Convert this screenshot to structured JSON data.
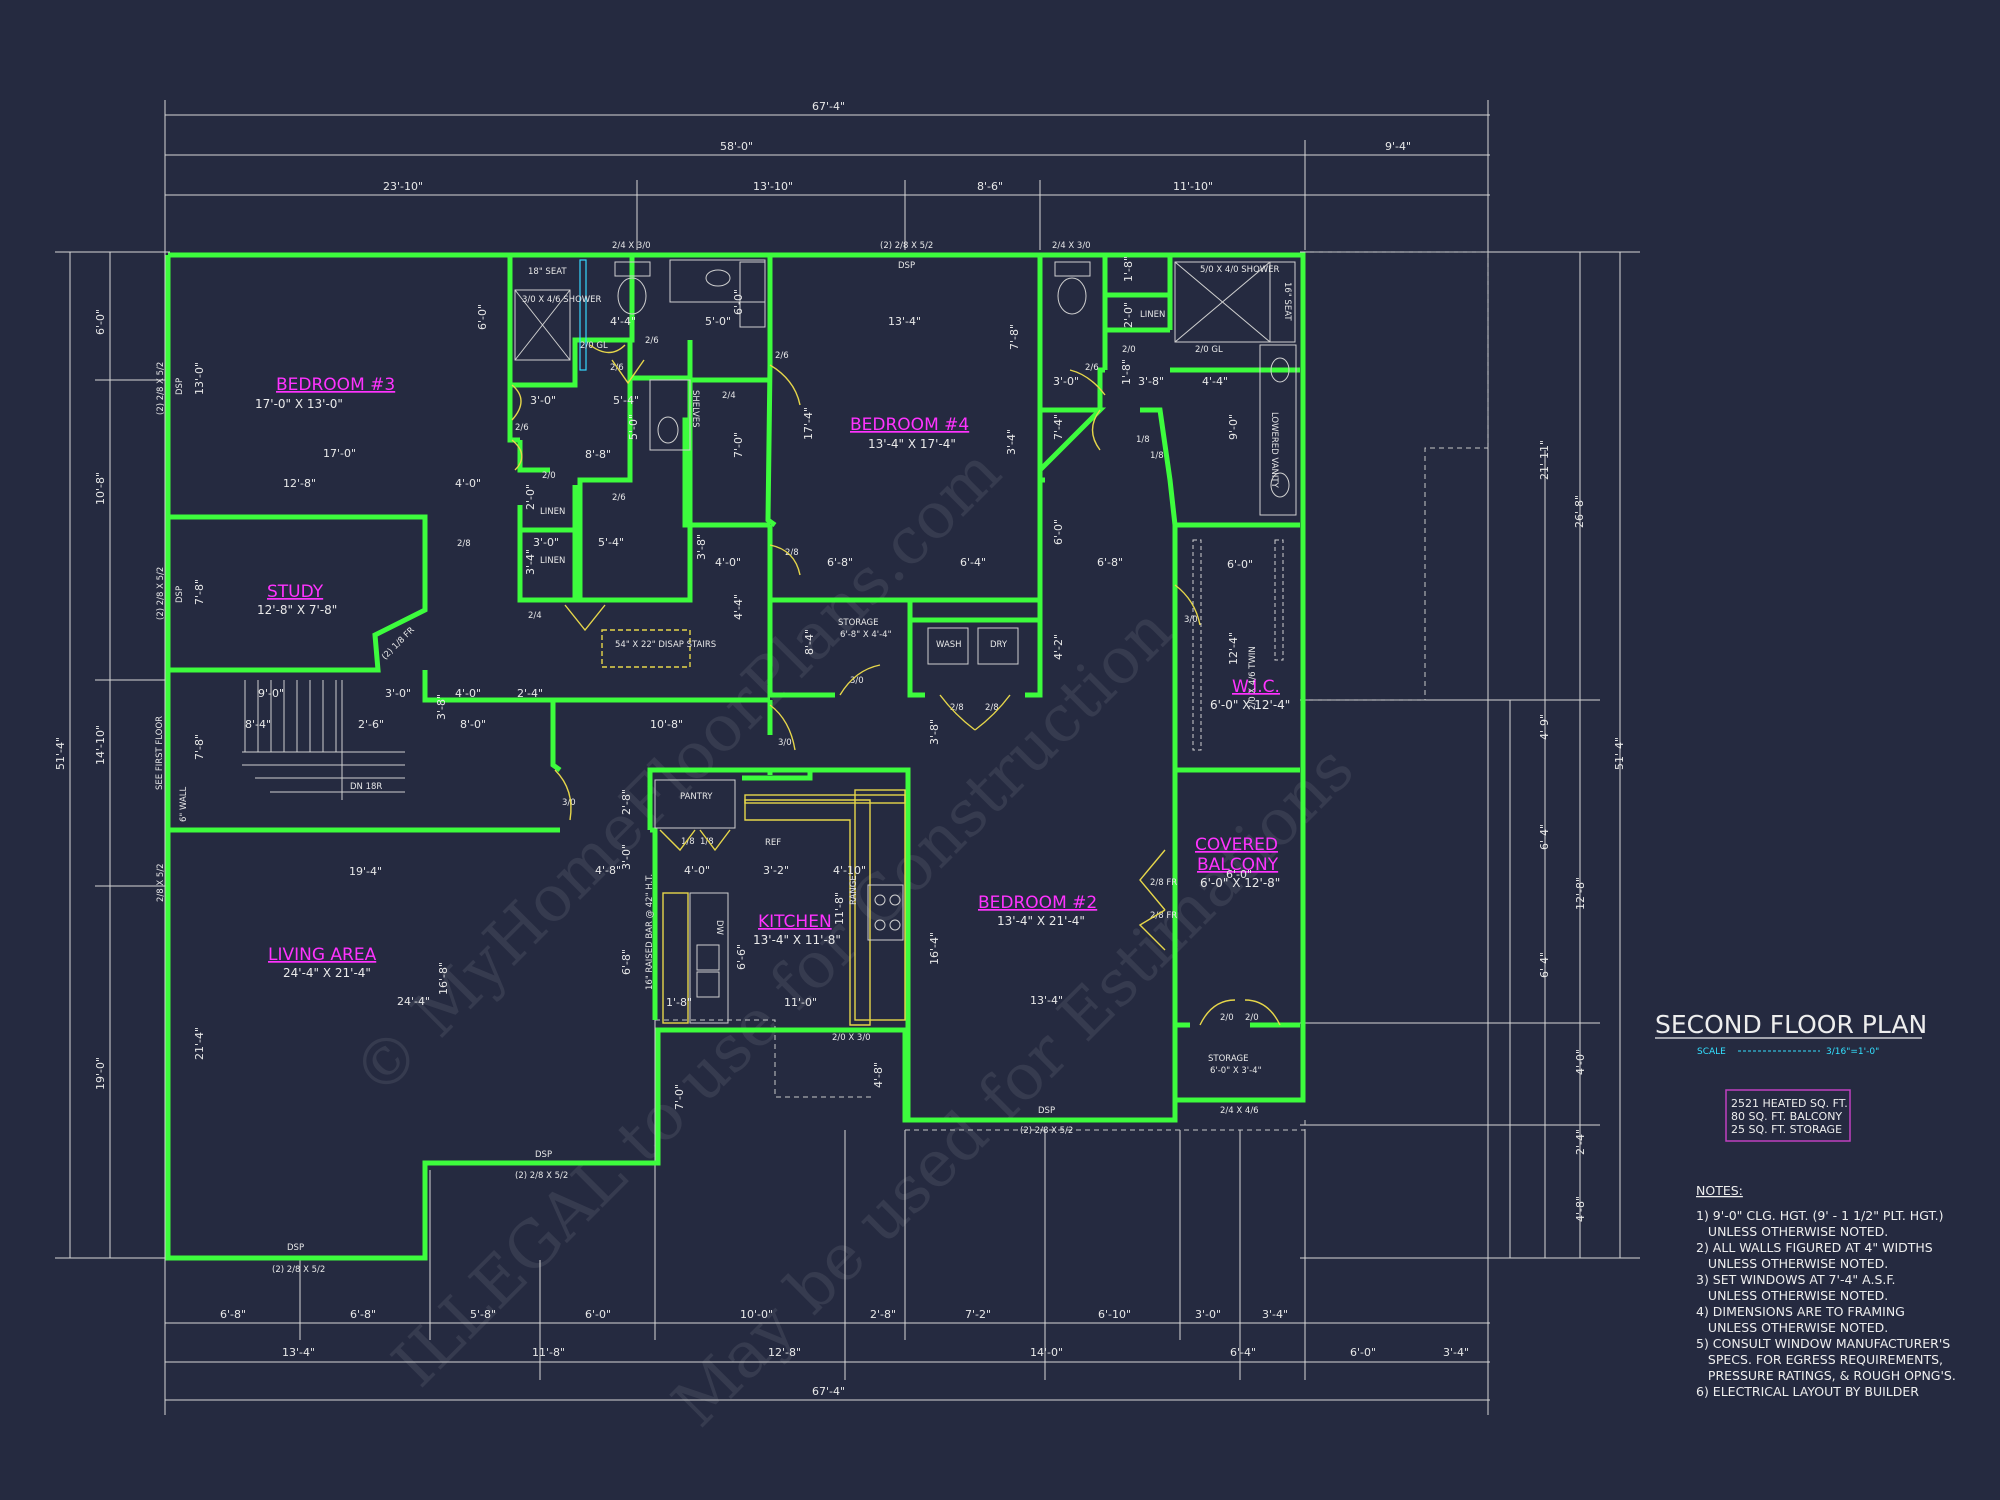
{
  "drawing": {
    "title": "SECOND FLOOR PLAN",
    "scale_label": "SCALE",
    "scale_value": "3/16\"=1'-0\"",
    "area_summary": [
      "2521 HEATED SQ. FT.",
      "80 SQ. FT. BALCONY",
      "25 SQ. FT. STORAGE"
    ]
  },
  "notes": {
    "heading": "NOTES:",
    "lines": [
      "1) 9'-0\" CLG. HGT. (9' - 1 1/2\" PLT. HGT.)",
      "   UNLESS OTHERWISE NOTED.",
      "2) ALL WALLS FIGURED AT 4\" WIDTHS",
      "   UNLESS OTHERWISE NOTED.",
      "3) SET WINDOWS AT 7'-4\" A.S.F.",
      "   UNLESS OTHERWISE NOTED.",
      "4) DIMENSIONS ARE TO FRAMING",
      "   UNLESS OTHERWISE NOTED.",
      "5) CONSULT WINDOW MANUFACTURER'S",
      "   SPECS. FOR EGRESS REQUIREMENTS,",
      "   PRESSURE RATINGS, & ROUGH OPNG'S.",
      "6) ELECTRICAL LAYOUT BY BUILDER"
    ]
  },
  "watermark": {
    "line1": "© MyHomeFloorPlans.com",
    "line2": "ILLEGAL to use for Construction",
    "line3": "May be used for Estimations"
  },
  "rooms": {
    "bedroom3": {
      "name": "BEDROOM #3",
      "size": "17'-0\" X 13'-0\""
    },
    "bedroom4": {
      "name": "BEDROOM #4",
      "size": "13'-4\" X 17'-4\""
    },
    "study": {
      "name": "STUDY",
      "size": "12'-8\" X 7'-8\""
    },
    "wic": {
      "name": "W.I.C.",
      "size": "6'-0\" X 12'-4\""
    },
    "covered_balcony": {
      "name1": "COVERED",
      "name2": "BALCONY",
      "size": "6'-0\" X 12'-8\""
    },
    "kitchen": {
      "name": "KITCHEN",
      "size": "13'-4\" X 11'-8\""
    },
    "bedroom2": {
      "name": "BEDROOM #2",
      "size": "13'-4\" X 21'-4\""
    },
    "living": {
      "name": "LIVING AREA",
      "size": "24'-4\" X 21'-4\""
    },
    "storage_mid": {
      "name": "STORAGE",
      "size": "6'-8\" X 4'-4\""
    },
    "storage_lower": {
      "name": "STORAGE",
      "size": "6'-0\" X 3'-4\""
    }
  },
  "labels": {
    "seat_18": "18\" SEAT",
    "shower_left": "3/0 X 4/6 SHOWER",
    "shower_right": "5/0 X 4/0 SHOWER",
    "seat_16": "16\" SEAT",
    "linen": "LINEN",
    "shelves": "SHELVES",
    "lowered_vanity": "LOWERED VANITY",
    "wash": "WASH",
    "dry": "DRY",
    "pantry": "PANTRY",
    "ref": "REF",
    "range": "RANGE",
    "dw": "DW",
    "raised_bar": "16\" RAISED BAR @ 42\" H.T.",
    "disap_stairs": "54\" X 22\" DISAP STAIRS",
    "dn_18r": "DN 18R",
    "see_first_floor": "SEE FIRST FLOOR",
    "wall_6": "6\" WALL",
    "dsp": "DSP",
    "twin": "2/0 X 4/6 TWIN",
    "win_2_8x5_2": "(2) 2/8 X 5/2",
    "win_2_4x3_0": "2/4 X 3/0",
    "win_2_4x4_6": "2/4 X 4/6",
    "win_2_0x3_0": "2/0 X 3/0",
    "win_2_8x5_2_single": "2/8 X 5/2",
    "door_2_6": "2/6",
    "door_2_4": "2/4",
    "door_3_0": "3/0",
    "door_2_8": "2/8",
    "door_2_0": "2/0",
    "door_1_8": "1/8",
    "door_2_0_gl": "2/0 GL",
    "door_2_8_fr": "2/8 FR",
    "door_2_1_8_fr": "(2) 1/8 FR"
  },
  "dims_top": {
    "overall": "67'-4\"",
    "row2a": "58'-0\"",
    "row2b": "9'-4\"",
    "row3": [
      "23'-10\"",
      "13'-10\"",
      "8'-6\"",
      "11'-10\""
    ]
  },
  "dims_bottom": {
    "row1": [
      "6'-8\"",
      "6'-8\"",
      "5'-8\"",
      "6'-0\"",
      "10'-0\"",
      "2'-8\"",
      "7'-2\"",
      "6'-10\"",
      "3'-0\"",
      "3'-4\""
    ],
    "row2": [
      "13'-4\"",
      "11'-8\"",
      "12'-8\"",
      "14'-0\"",
      "6'-4\"",
      "6'-0\"",
      "3'-4\""
    ],
    "overall": "67'-4\""
  },
  "dims_left": {
    "overall": "51'-4\"",
    "segs": [
      "6'-0\"",
      "10'-8\"",
      "14'-10\"",
      "19'-0\""
    ],
    "inner": [
      "13'-0\"",
      "7'-8\"",
      "7'-8\""
    ]
  },
  "dims_right": {
    "overall": "51'-4\"",
    "a": "26'-8\"",
    "b": "21'-11\"",
    "c": [
      "4'-9\"",
      "6'-4\"",
      "6'-4\"",
      "4'-0\"",
      "2'-4\"",
      "4'-8\""
    ],
    "d": "12'-8\""
  },
  "dims_interior": [
    "6'-0\"",
    "4'-4\"",
    "5'-0\"",
    "6'-0\"",
    "3'-0\"",
    "5'-4\"",
    "5'-0\"",
    "8'-8\"",
    "2'-0\"",
    "3'-0\"",
    "3'-4\"",
    "5'-4\"",
    "17'-0\"",
    "12'-8\"",
    "4'-0\"",
    "13'-4\"",
    "7'-8\"",
    "17'-4\"",
    "3'-4\"",
    "6'-8\"",
    "6'-4\"",
    "7'-0\"",
    "3'-8\"",
    "4'-0\"",
    "4'-4\"",
    "8'-4\"",
    "9'-0\"",
    "3'-0\"",
    "8'-4\"",
    "2'-6\"",
    "3'-8\"",
    "4'-0\"",
    "2'-4\"",
    "8'-0\"",
    "10'-8\"",
    "6'-0\"",
    "6'-8\"",
    "1'-8\"",
    "2'-0\"",
    "3'-0\"",
    "3'-8\"",
    "1'-8\"",
    "9'-0\"",
    "4'-4\"",
    "6'-0\"",
    "2'-8\"",
    "3'-0\"",
    "4'-8\"",
    "4'-0\"",
    "3'-2\"",
    "4'-10\"",
    "19'-4\"",
    "24'-4\"",
    "21'-4\"",
    "16'-8\"",
    "11'-0\"",
    "11'-8\"",
    "6'-8\"",
    "6'-6\"",
    "1'-8\"",
    "7'-0\"",
    "4'-8\"",
    "16'-4\"",
    "13'-4\"",
    "7'-4\"",
    "4'-2\"",
    "3'-8\"",
    "12'-4\"",
    "6'-0\""
  ]
}
